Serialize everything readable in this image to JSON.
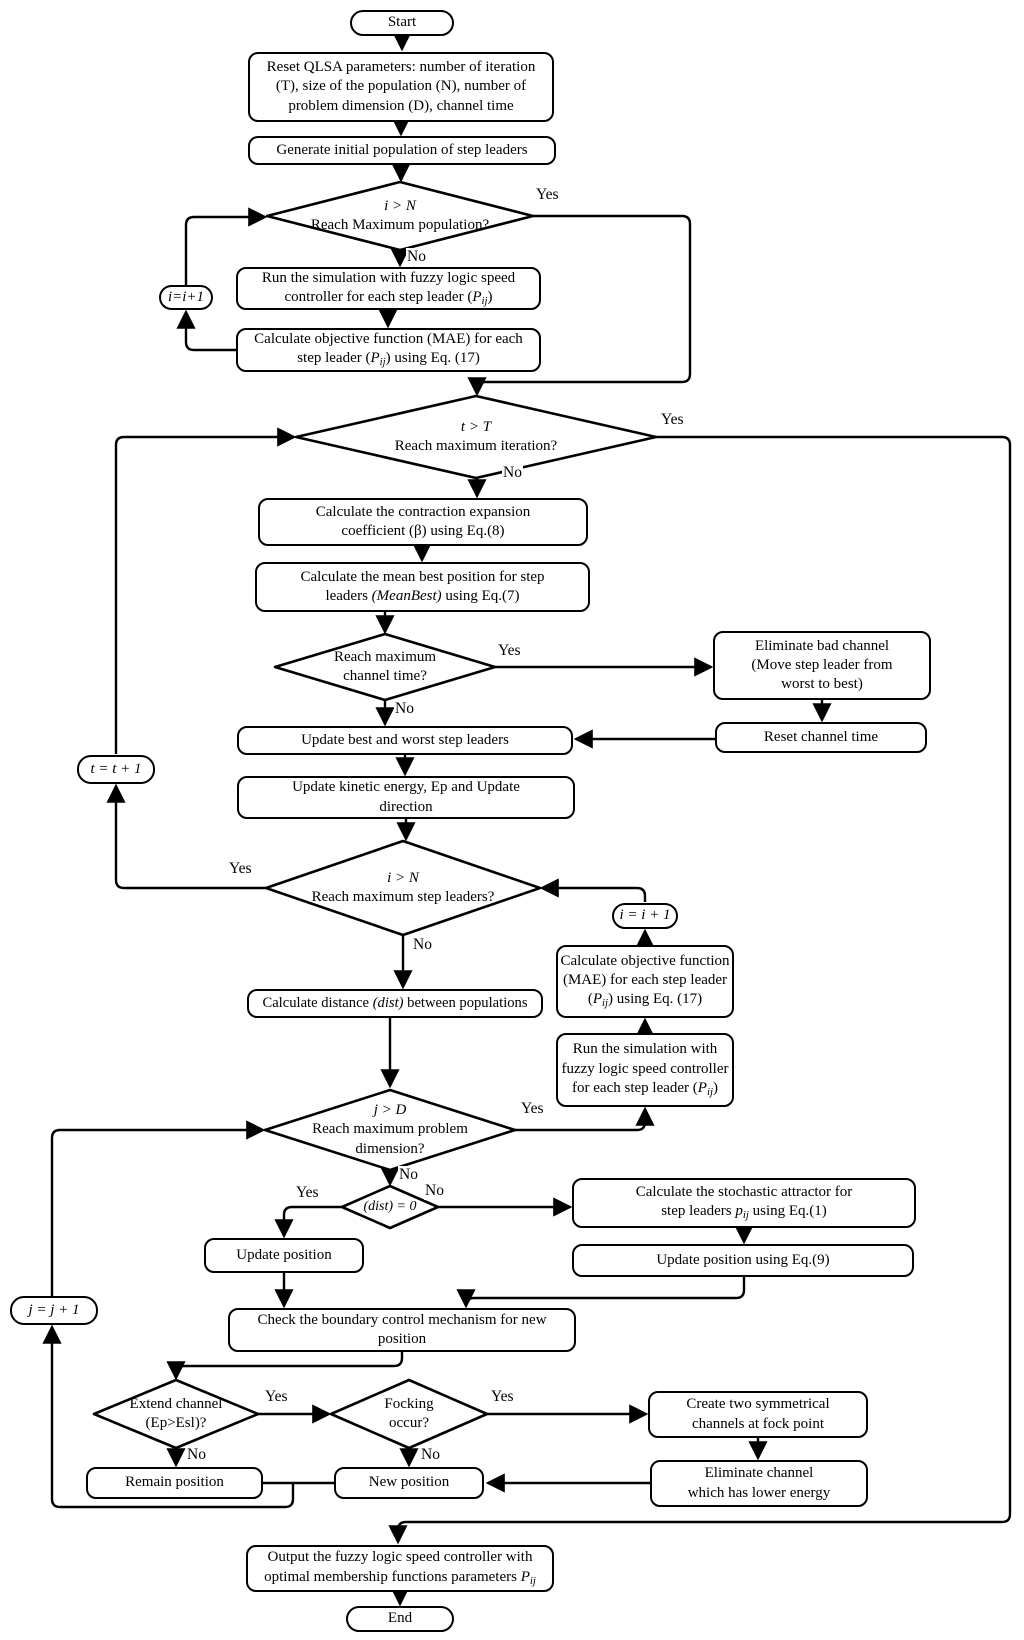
{
  "colors": {
    "stroke": "#000000",
    "background": "#ffffff"
  },
  "labels": {
    "yes": "Yes",
    "no": "No"
  },
  "nodes": {
    "start": {
      "lines": [
        [
          {
            "t": "Start"
          }
        ]
      ]
    },
    "reset_params": {
      "lines": [
        [
          {
            "t": "Reset QLSA parameters: number of iteration"
          }
        ],
        [
          {
            "t": "(T), size of the population (N), number of"
          }
        ],
        [
          {
            "t": "problem dimension (D),  channel time"
          }
        ]
      ]
    },
    "generate_population": {
      "lines": [
        [
          {
            "t": "Generate initial population of step leaders"
          }
        ]
      ]
    },
    "d1_max_population": {
      "lines": [
        [
          {
            "t": "i > N",
            "i": 1
          }
        ],
        [
          {
            "t": "Reach Maximum population?"
          }
        ]
      ]
    },
    "run_simulation_1": {
      "lines": [
        [
          {
            "t": "Run the simulation with fuzzy logic speed"
          }
        ],
        [
          {
            "t": "controller for each step leader ("
          },
          {
            "t": "P",
            "i": 1
          },
          {
            "t": "ij",
            "i": 1,
            "s": 1
          },
          {
            "t": ")"
          }
        ]
      ]
    },
    "calc_objective_1": {
      "lines": [
        [
          {
            "t": "Calculate objective function (MAE) for each"
          }
        ],
        [
          {
            "t": "step leader ("
          },
          {
            "t": "P",
            "i": 1
          },
          {
            "t": "ij",
            "i": 1,
            "s": 1
          },
          {
            "t": ") using Eq. (17)"
          }
        ]
      ]
    },
    "i_plus_1_left": {
      "lines": [
        [
          {
            "t": "i=i+1",
            "i": 1
          }
        ]
      ]
    },
    "d2_max_iteration": {
      "lines": [
        [
          {
            "t": "t > T",
            "i": 1
          }
        ],
        [
          {
            "t": "Reach maximum iteration?"
          }
        ]
      ]
    },
    "contraction_coefficient": {
      "lines": [
        [
          {
            "t": "Calculate the contraction expansion"
          }
        ],
        [
          {
            "t": "coefficient (β) using Eq.(8)"
          }
        ]
      ]
    },
    "mean_best": {
      "lines": [
        [
          {
            "t": "Calculate the mean best position for step"
          }
        ],
        [
          {
            "t": "leaders "
          },
          {
            "t": "(MeanBest)",
            "i": 1
          },
          {
            "t": " using Eq.(7)"
          }
        ]
      ]
    },
    "d3_channel_time": {
      "lines": [
        [
          {
            "t": "Reach maximum"
          }
        ],
        [
          {
            "t": "channel time?"
          }
        ]
      ]
    },
    "eliminate_bad_channel": {
      "lines": [
        [
          {
            "t": "Eliminate bad channel"
          }
        ],
        [
          {
            "t": "(Move step leader from"
          }
        ],
        [
          {
            "t": "worst to best)"
          }
        ]
      ]
    },
    "reset_channel_time": {
      "lines": [
        [
          {
            "t": "Reset channel time"
          }
        ]
      ]
    },
    "update_best_worst": {
      "lines": [
        [
          {
            "t": "Update best and worst step leaders"
          }
        ]
      ]
    },
    "update_kinetic": {
      "lines": [
        [
          {
            "t": "Update kinetic energy, Ep and Update"
          }
        ],
        [
          {
            "t": "direction"
          }
        ]
      ]
    },
    "t_plus_1": {
      "lines": [
        [
          {
            "t": "t = t + 1",
            "i": 1
          }
        ]
      ]
    },
    "d4_max_step_leaders": {
      "lines": [
        [
          {
            "t": "i > N",
            "i": 1
          }
        ],
        [
          {
            "t": "Reach maximum step leaders?"
          }
        ]
      ]
    },
    "i_plus_1_right": {
      "lines": [
        [
          {
            "t": "i = i + 1",
            "i": 1
          }
        ]
      ]
    },
    "calc_objective_2": {
      "lines": [
        [
          {
            "t": "Calculate objective function"
          }
        ],
        [
          {
            "t": "(MAE) for each step leader"
          }
        ],
        [
          {
            "t": "("
          },
          {
            "t": "P",
            "i": 1
          },
          {
            "t": "ij",
            "i": 1,
            "s": 1
          },
          {
            "t": ") using Eq. (17)"
          }
        ]
      ]
    },
    "run_simulation_2": {
      "lines": [
        [
          {
            "t": "Run the simulation with"
          }
        ],
        [
          {
            "t": "fuzzy logic speed controller"
          }
        ],
        [
          {
            "t": "for each step leader ("
          },
          {
            "t": "P",
            "i": 1
          },
          {
            "t": "ij",
            "i": 1,
            "s": 1
          },
          {
            "t": ")"
          }
        ]
      ]
    },
    "calc_distance": {
      "lines": [
        [
          {
            "t": "Calculate distance "
          },
          {
            "t": "(dist)",
            "i": 1
          },
          {
            "t": " between populations"
          }
        ]
      ]
    },
    "d5_max_dimension": {
      "lines": [
        [
          {
            "t": "j > D",
            "i": 1
          }
        ],
        [
          {
            "t": "Reach maximum problem"
          }
        ],
        [
          {
            "t": "dimension?"
          }
        ]
      ]
    },
    "d6_dist_zero": {
      "lines": [
        [
          {
            "t": "(dist) = 0",
            "i": 1
          }
        ]
      ]
    },
    "update_position_1": {
      "lines": [
        [
          {
            "t": "Update position"
          }
        ]
      ]
    },
    "calc_attractor": {
      "lines": [
        [
          {
            "t": "Calculate the stochastic attractor for"
          }
        ],
        [
          {
            "t": "step leaders "
          },
          {
            "t": "p",
            "i": 1
          },
          {
            "t": "ij",
            "i": 1,
            "s": 1
          },
          {
            "t": " using Eq.(1)"
          }
        ]
      ]
    },
    "update_position_2": {
      "lines": [
        [
          {
            "t": "Update position using Eq.(9)"
          }
        ]
      ]
    },
    "check_boundary": {
      "lines": [
        [
          {
            "t": "Check the boundary control mechanism for new"
          }
        ],
        [
          {
            "t": "position"
          }
        ]
      ]
    },
    "j_plus_1": {
      "lines": [
        [
          {
            "t": "j = j + 1",
            "i": 1
          }
        ]
      ]
    },
    "d7_extend_channel": {
      "lines": [
        [
          {
            "t": "Extend channel"
          }
        ],
        [
          {
            "t": "(Ep>Esl)?"
          }
        ]
      ]
    },
    "d8_focking": {
      "lines": [
        [
          {
            "t": "Focking"
          }
        ],
        [
          {
            "t": "occur?"
          }
        ]
      ]
    },
    "remain_position": {
      "lines": [
        [
          {
            "t": "Remain position"
          }
        ]
      ]
    },
    "new_position": {
      "lines": [
        [
          {
            "t": "New position"
          }
        ]
      ]
    },
    "create_symmetrical": {
      "lines": [
        [
          {
            "t": "Create two symmetrical"
          }
        ],
        [
          {
            "t": "channels at fock point"
          }
        ]
      ]
    },
    "eliminate_lower_energy": {
      "lines": [
        [
          {
            "t": "Eliminate channel"
          }
        ],
        [
          {
            "t": "which has lower energy"
          }
        ]
      ]
    },
    "output": {
      "lines": [
        [
          {
            "t": "Output the fuzzy logic speed controller with"
          }
        ],
        [
          {
            "t": "optimal  membership functions parameters "
          },
          {
            "t": "P",
            "i": 1
          },
          {
            "t": "ij",
            "i": 1,
            "s": 1
          }
        ]
      ]
    },
    "end": {
      "lines": [
        [
          {
            "t": "End"
          }
        ]
      ]
    }
  }
}
